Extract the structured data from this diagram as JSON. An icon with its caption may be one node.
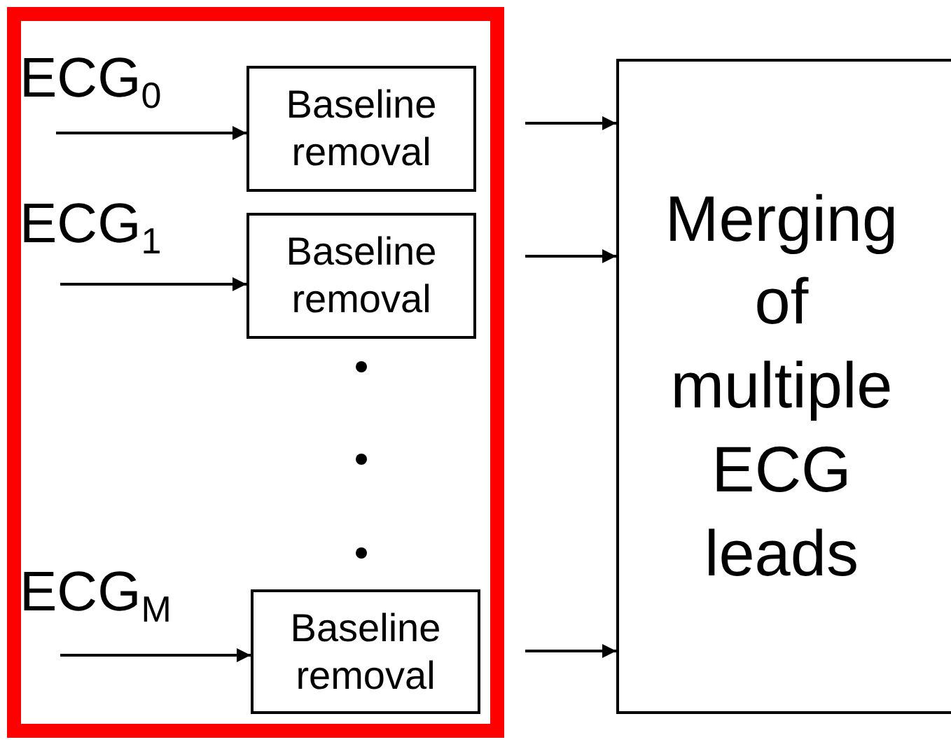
{
  "diagram": {
    "nodes": [
      {
        "text": [],
        "shape": "box"
      },
      {
        "text": [
          "Baseline removal"
        ],
        "in": 0
      },
      {
        "text": [
          "Baseline removal"
        ],
        "in": 0
      },
      {
        "text": [
          "Baseline removal"
        ],
        "in": 0
      },
      {
        "text": [
          "Merging of multiple ECG leads"
        ]
      }
    ],
    "edges": [
      {
        "from": null,
        "to": 1,
        "arrow": "to"
      },
      {
        "from": null,
        "to": 2,
        "arrow": "to"
      },
      {
        "from": null,
        "to": 3,
        "arrow": "to"
      },
      {
        "from": null,
        "to": 4,
        "arrow": "to"
      },
      {
        "from": null,
        "to": 4,
        "arrow": "to"
      },
      {
        "from": null,
        "to": 4,
        "arrow": "to"
      }
    ],
    "labels": [
      "ECG$_{0}$",
      "ECG$_{1}$",
      "ECG$_{M}$"
    ]
  }
}
